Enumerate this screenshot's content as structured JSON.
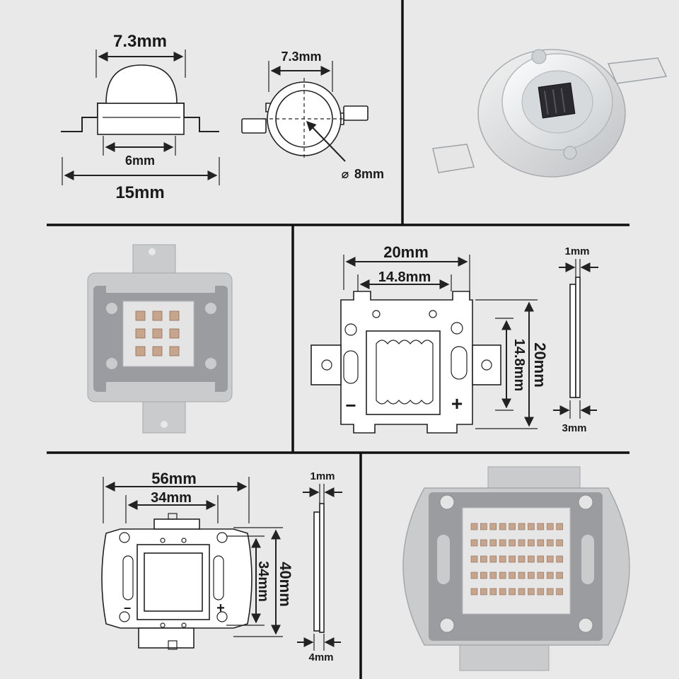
{
  "colors": {
    "background": "#e9e9e9",
    "divider": "#111111",
    "line": "#222222",
    "photo_frame": "#c9cbcd",
    "photo_board": "#9a9c9f",
    "chip_pad": "#c7a48c",
    "chip_dark": "#2a2a30"
  },
  "panel_1w_drawing": {
    "side_lens_width": "7.3mm",
    "side_base_width": "6mm",
    "side_total_length": "15mm",
    "top_lens_width": "7.3mm",
    "top_diameter": "8mm",
    "diameter_symbol": "⌀"
  },
  "panel_10w_drawing": {
    "width_outer": "20mm",
    "width_inner": "14.8mm",
    "height_inner": "14.8mm",
    "height_outer": "20mm",
    "thickness_top": "1mm",
    "thickness_bottom": "3mm",
    "polarity_minus": "−",
    "polarity_plus": "+"
  },
  "panel_50w_drawing": {
    "width_outer": "56mm",
    "width_inner": "34mm",
    "height_inner": "34mm",
    "height_outer": "40mm",
    "thickness_top": "1mm",
    "thickness_bottom": "4mm",
    "polarity_minus": "−",
    "polarity_plus": "+"
  }
}
